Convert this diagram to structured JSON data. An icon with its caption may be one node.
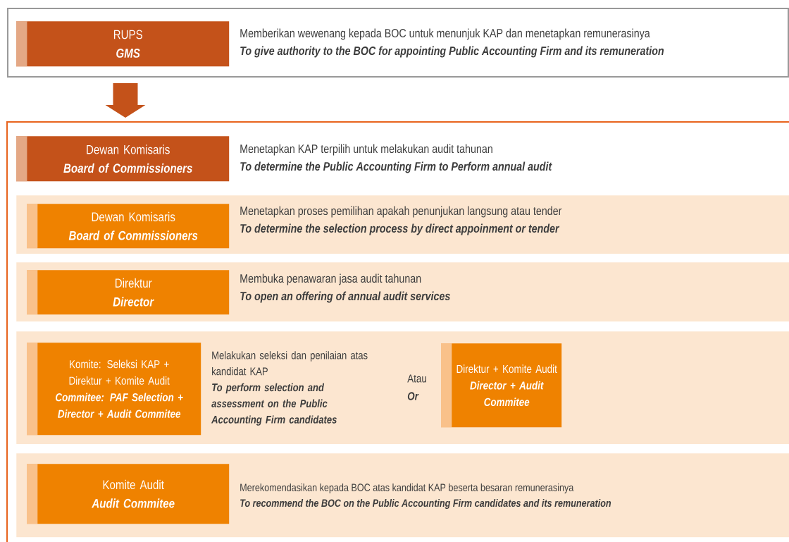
{
  "diagram": {
    "nodes": [
      {
        "text": [],
        "shape": "box"
      },
      {
        "text": [
          "RUPS",
          "GMS"
        ],
        "in": 0,
        "beside": [
          "Memberikan wewenang kepada BOC untuk menunjuk KAP dan menetapkan remunerasinya",
          "To give authority to the BOC for appointing Public Accounting Firm and its remuneration"
        ]
      },
      {
        "text": [],
        "shape": "box"
      },
      {
        "text": [
          "Dewan Komisaris",
          "Board of Commissioners"
        ],
        "in": 2,
        "beside": [
          "Menetapkan KAP terpilih untuk melakukan audit tahunan",
          "To determine the Public Accounting Firm to Perform annual audit"
        ]
      },
      {
        "text": [],
        "shape": "box",
        "in": 2
      },
      {
        "text": [
          "Dewan Komisaris",
          "Board of Commissioners"
        ],
        "in": 4,
        "beside": [
          "Menetapkan proses pemilihan apakah penunjukan langsung atau tender",
          "To determine the selection process by direct appoinment or tender"
        ]
      },
      {
        "text": [],
        "shape": "box",
        "in": 2
      },
      {
        "text": [
          "Direktur",
          "Director"
        ],
        "in": 6,
        "beside": [
          "Membuka penawaran jasa audit tahunan",
          "To open an offering of annual audit services"
        ]
      },
      {
        "text": [],
        "shape": "box",
        "in": 2
      },
      {
        "text": [
          "Komite: Seleksi KAP + Direktur + Komite Audit",
          "Commitee: PAF Selection + Director + Audit Commitee"
        ],
        "in": 8,
        "beside": [
          "Melakukan seleksi dan penilaian atas kandidat KAP",
          "To perform selection and assessment on the Public Accounting Firm candidates"
        ]
      },
      {
        "text": [
          "Direktur + Komite Audit",
          "Director + Audit Commitee"
        ],
        "in": 8
      },
      {
        "text": [],
        "shape": "box",
        "in": 2
      },
      {
        "text": [
          "Komite Audit",
          "Audit Commitee"
        ],
        "in": 11,
        "beside": [
          "Merekomendasikan kepada BOC atas kandidat KAP beserta besaran remunerasinya",
          "To recommend the BOC on the Public Accounting Firm candidates and its remuneration"
        ]
      }
    ],
    "edges": [
      {
        "from": 0,
        "to": 2,
        "arrow": "to",
        "color": "#c4521a"
      }
    ],
    "labels": [
      "Atau",
      "Or"
    ]
  }
}
